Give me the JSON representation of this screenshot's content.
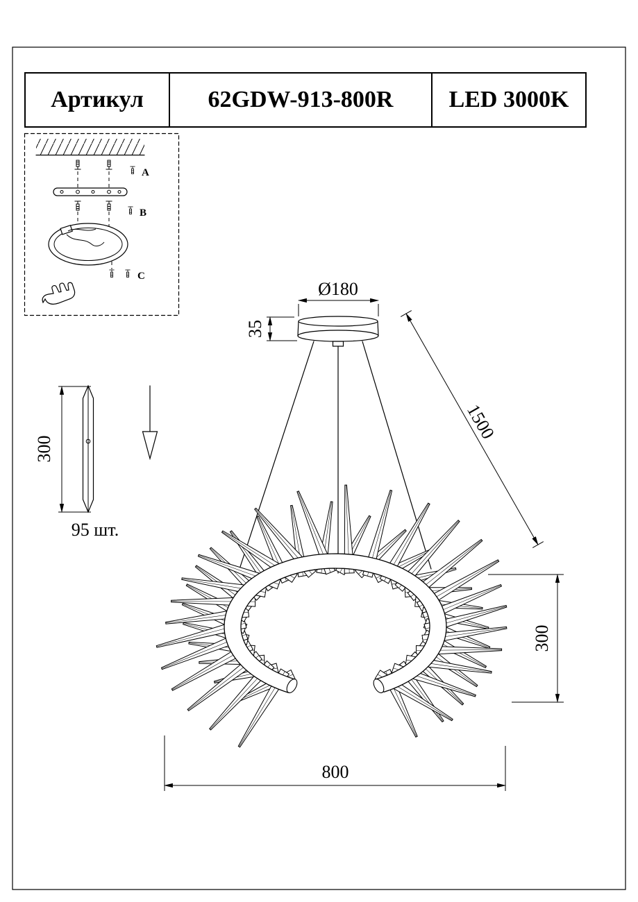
{
  "header": {
    "label": "Артикул",
    "article": "62GDW-913-800R",
    "led": "LED 3000K"
  },
  "dims": {
    "canopy_diameter": "Ø180",
    "canopy_height": "35",
    "suspension_length": "1500",
    "element_height": "300",
    "element_count": "95 шт.",
    "ring_height": "300",
    "ring_diameter": "800"
  },
  "mounting_labels": {
    "a": "A",
    "b": "B",
    "c": "C"
  },
  "colors": {
    "ink": "#000000",
    "paper": "#ffffff"
  }
}
